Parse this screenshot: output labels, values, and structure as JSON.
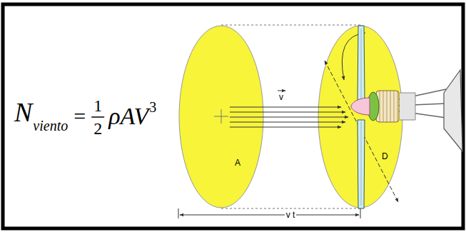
{
  "diagram": {
    "nodes": [
      {
        "text": [
          "A"
        ]
      },
      {
        "text": [
          "D"
        ]
      }
    ],
    "labels": [
      "N",
      "viento",
      "=",
      "1",
      "2",
      "ρAV",
      "3",
      "v",
      "v t"
    ]
  }
}
